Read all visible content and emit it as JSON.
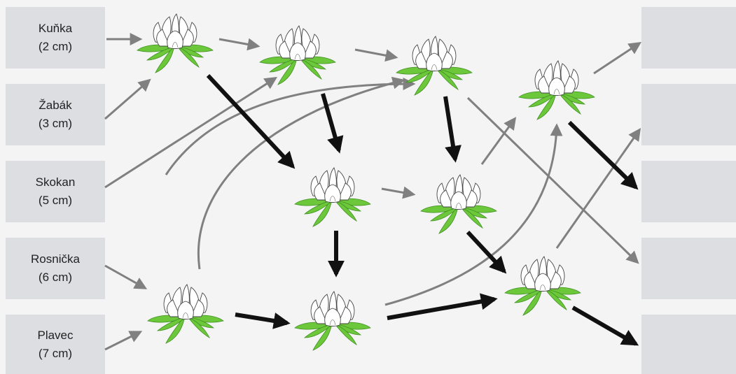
{
  "frogs": [
    {
      "name": "Kuňka",
      "size": "(2 cm)"
    },
    {
      "name": "Žabák",
      "size": "(3 cm)"
    },
    {
      "name": "Skokan",
      "size": "(5 cm)"
    },
    {
      "name": "Rosnička",
      "size": "(6 cm)"
    },
    {
      "name": "Plavec",
      "size": "(7 cm)"
    }
  ],
  "outputs": [
    "",
    "",
    "",
    "",
    ""
  ],
  "colors": {
    "background": "#f4f4f4",
    "box": "#dcdee2",
    "thin_arrow": "#808080",
    "thick_arrow": "#111111",
    "leaf": "#6cc83a",
    "petal_stroke": "#444444"
  },
  "icons": [
    "water-lily-icon"
  ]
}
